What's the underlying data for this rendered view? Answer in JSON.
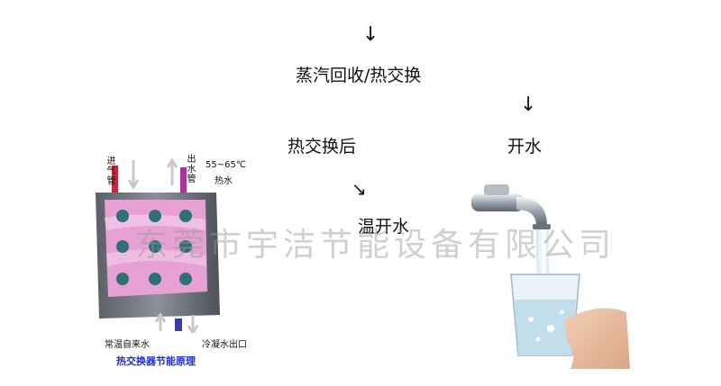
{
  "flow": {
    "top_arrow": "↓",
    "step1": "蒸汽回收/热交换",
    "right_arrow": "↓",
    "boiled_water": "开水",
    "after_exchange": "热交换后",
    "diag_arrow": "↘",
    "warm_water": "温开水"
  },
  "watermark": "东莞市宇洁节能设备有限公司",
  "exchanger": {
    "steam_in_pipe": "进气管",
    "water_out_pipe": "出水管",
    "temperature": "55~65℃",
    "hot_water": "热水",
    "normal_water_in": "常温自来水",
    "condensate_outlet": "冷凝水出口",
    "caption": "热交换器节能原理"
  },
  "colors": {
    "tank_pink": "#e7a0d4",
    "steam_pipe": "#c8283c",
    "water_pipe": "#b0309c",
    "frame_gray": "#7b8088",
    "tube_teal": "#2f6f78",
    "caption_blue": "#1f2dd6"
  }
}
